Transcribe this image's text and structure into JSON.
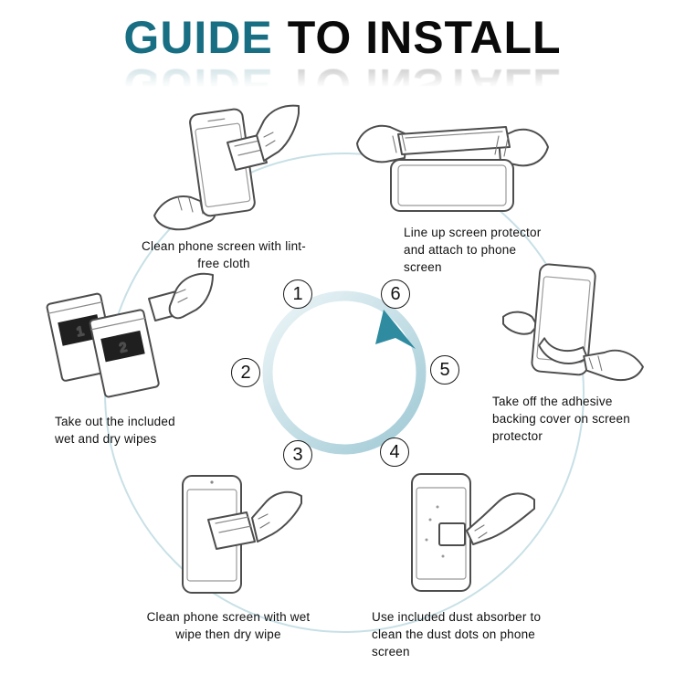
{
  "title": {
    "accent_text": "GUIDE",
    "rest_text": "TO INSTALL"
  },
  "colors": {
    "accent": "#186e82",
    "title_black": "#0a0a0a",
    "outer_ring": "#c7e0e6",
    "inner_ring_start": "#eef6f8",
    "inner_ring_end": "#9fc9d5",
    "arrow": "#2e8ba0"
  },
  "steps": [
    {
      "num": "1",
      "caption": "Clean phone screen with lint-free cloth"
    },
    {
      "num": "2",
      "caption": "Take out the included wet and dry wipes"
    },
    {
      "num": "3",
      "caption": "Clean phone screen with wet wipe then dry wipe"
    },
    {
      "num": "4",
      "caption": "Use included dust absorber to clean the dust dots on phone screen"
    },
    {
      "num": "5",
      "caption": "Take off the adhesive backing cover on screen protector"
    },
    {
      "num": "6",
      "caption": "Line up screen protector and attach to phone screen"
    }
  ],
  "illustrations": {
    "wipe_packet_1_label": "1",
    "wipe_packet_2_label": "2"
  }
}
